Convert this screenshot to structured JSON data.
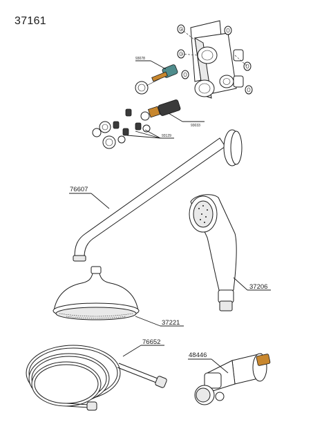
{
  "product_code": "37161",
  "parts": {
    "valve_body_cartridge_left": "93078",
    "valve_cartridge_right": "93033",
    "check_valve_set": "93129",
    "shower_arm": "76607",
    "hand_shower": "37206",
    "shower_head": "37221",
    "hose": "76652",
    "wall_outlet": "48446"
  },
  "colors": {
    "outline": "#1a1a1a",
    "brass": "#c8872e",
    "teal": "#4f8c8c",
    "chrome": "#ffffff"
  }
}
